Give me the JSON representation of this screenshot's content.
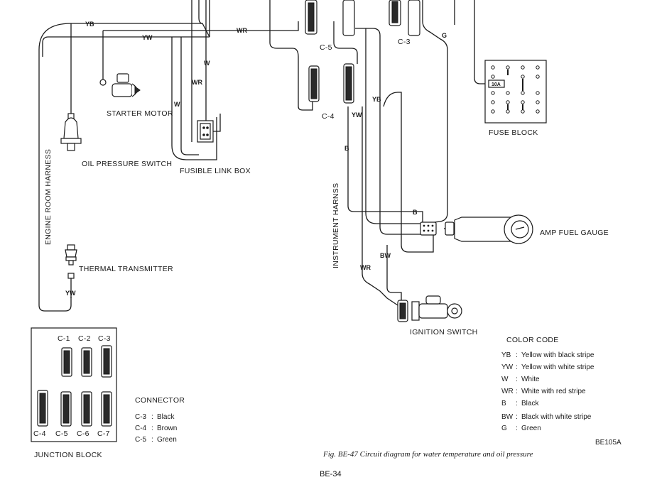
{
  "diagram": {
    "components": {
      "starter_motor": "STARTER MOTOR",
      "oil_pressure_switch": "OIL PRESSURE SWITCH",
      "fusible_link_box": "FUSIBLE LINK BOX",
      "fuse_block": "FUSE BLOCK",
      "amp_fuel_gauge": "AMP FUEL GAUGE",
      "thermal_transmitter": "THERMAL TRANSMITTER",
      "ignition_switch": "IGNITION SWITCH",
      "junction_block": "JUNCTION BLOCK",
      "engine_room_harness": "ENGINE ROOM HARNESS",
      "instrument_harness": "INSTRUMENT HARNSS",
      "fuse_rating": "10A"
    },
    "connector_labels": [
      "C-1",
      "C-2",
      "C-3",
      "C-4",
      "C-5",
      "C-6",
      "C-7"
    ],
    "wire_labels": {
      "yb_top": "YB",
      "yw_top": "YW",
      "wr_top": "WR",
      "w_mid": "W",
      "wr_mid": "WR",
      "w_left": "W",
      "yb_mid": "YB",
      "yw_mid": "YW",
      "b_mid": "B",
      "g_right": "G",
      "b_gauge": "B",
      "bw_low": "BW",
      "wr_low": "WR",
      "yw_bottom": "YW"
    }
  },
  "connector_legend": {
    "title": "CONNECTOR",
    "items": [
      {
        "code": "C-3",
        "sep": ":",
        "color": "Black"
      },
      {
        "code": "C-4",
        "sep": ":",
        "color": "Brown"
      },
      {
        "code": "C-5",
        "sep": ":",
        "color": "Green"
      }
    ]
  },
  "color_code": {
    "title": "COLOR CODE",
    "items": [
      {
        "code": "YB",
        "sep": ":",
        "desc": "Yellow with black stripe"
      },
      {
        "code": "YW",
        "sep": ":",
        "desc": "Yellow with white stripe"
      },
      {
        "code": "W",
        "sep": ":",
        "desc": "White"
      },
      {
        "code": "WR",
        "sep": ":",
        "desc": "White with red stripe"
      },
      {
        "code": "B",
        "sep": ":",
        "desc": "Black"
      },
      {
        "code": "BW",
        "sep": ":",
        "desc": "Black with white stripe"
      },
      {
        "code": "G",
        "sep": ":",
        "desc": "Green"
      }
    ]
  },
  "figure": {
    "ref": "BE105A",
    "caption": "Fig. BE-47 Circuit diagram for water temperature and oil pressure",
    "page": "BE-34"
  }
}
